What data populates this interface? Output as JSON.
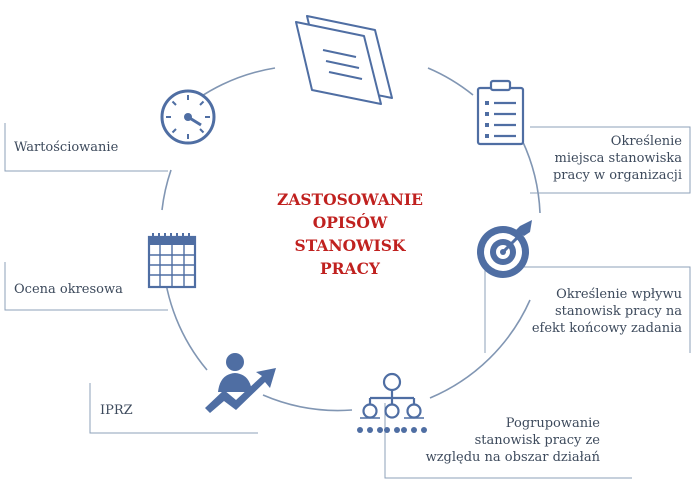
{
  "center": {
    "lines": [
      "ZASTOSOWANIE",
      "OPISÓW",
      "STANOWISK",
      "PRACY"
    ]
  },
  "labels": {
    "wartosciowanie": [
      "Wartościowanie"
    ],
    "ocena": [
      "Ocena okresowa"
    ],
    "iprz": [
      "IPRZ"
    ],
    "miejsce": [
      "Określenie",
      "miejsca stanowiska",
      "pracy w organizacji"
    ],
    "wplyw": [
      "Określenie wpływu",
      "stanowisk pracy na",
      "efekt końcowy zadania"
    ],
    "pogrupowanie": [
      "Pogrupowanie",
      "stanowisk pracy ze",
      "względu na obszar działań"
    ]
  },
  "icons": [
    "documents-icon",
    "clipboard-icon",
    "target-icon",
    "org-chart-icon",
    "person-growth-icon",
    "calendar-icon",
    "gauge-icon"
  ],
  "colors": {
    "accent": "#4f6ea3",
    "line": "#8196b3",
    "title": "#c0211f",
    "text": "#3d4a5c"
  }
}
